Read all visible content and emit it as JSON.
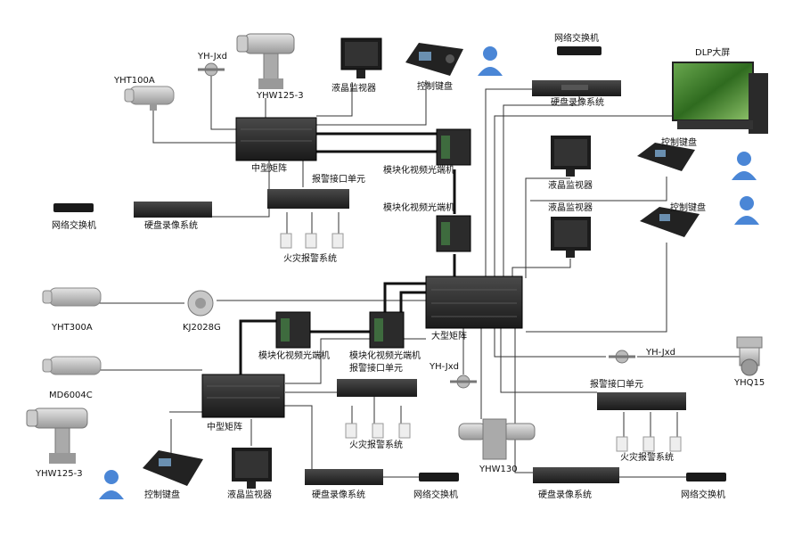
{
  "labels": {
    "yht100a": "YHT100A",
    "yh_jxd_top": "YH-Jxd",
    "yhw125_top": "YHW125-3",
    "lcd_top": "液晶监视器",
    "keyboard_top": "控制键盘",
    "network_switch_top": "网络交换机",
    "dvr_top": "硬盘录像系统",
    "dlp": "DLP大屏",
    "keyboard_right1": "控制键盘",
    "keyboard_right2": "控制键盘",
    "lcd_mid1": "液晶监视器",
    "lcd_mid2": "液晶监视器",
    "matrix_top": "中型矩阵",
    "alarm_unit_top": "报警接口单元",
    "fiber_top1": "模块化视频光端机",
    "fiber_top2": "模块化视频光端机",
    "network_switch_left": "网络交换机",
    "dvr_left": "硬盘录像系统",
    "fire_alarm_top": "火灾报警系统",
    "yht300a": "YHT300A",
    "kj2028g": "KJ2028G",
    "fiber_mid1": "模块化视频光端机",
    "fiber_mid2": "模块化视频光端机",
    "large_matrix": "大型矩阵",
    "yh_jxd_mid": "YH-Jxd",
    "yh_jxd_right": "YH-Jxd",
    "yhq15": "YHQ15",
    "md6004c": "MD6004C",
    "matrix_bottom": "中型矩阵",
    "alarm_unit_mid": "报警接口单元",
    "alarm_unit_right": "报警接口单元",
    "fire_alarm_mid": "火灾报警系统",
    "fire_alarm_right": "火灾报警系统",
    "yhw125_bottom": "YHW125-3",
    "keyboard_bottom": "控制键盘",
    "lcd_bottom": "液晶监视器",
    "dvr_bottom": "硬盘录像系统",
    "network_switch_bottom": "网络交换机",
    "yhw130": "YHW130",
    "dvr_bottom_right": "硬盘录像系统",
    "network_switch_bottom_right": "网络交换机"
  },
  "colors": {
    "line": "#333333",
    "thick_line": "#111111",
    "device_dark": "#2a2a2a",
    "user_blue": "#4a86d6",
    "camera_gray": "#b8b8b8",
    "dlp_green": "#3d7a2a"
  }
}
